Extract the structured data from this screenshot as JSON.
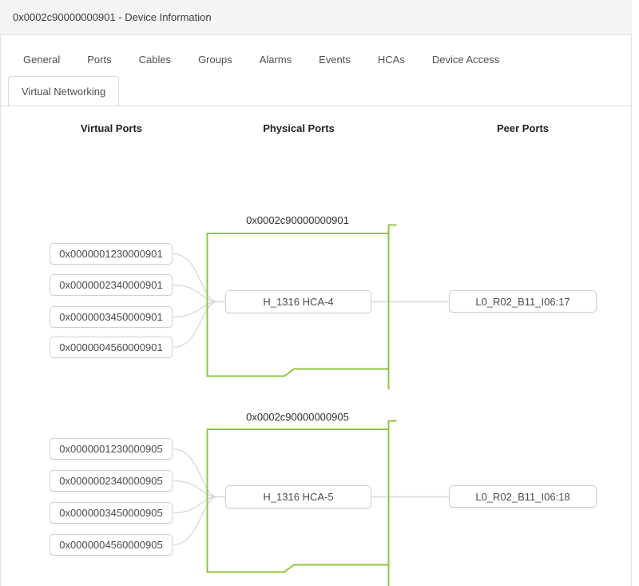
{
  "window": {
    "title": "0x0002c90000000901 - Device Information"
  },
  "tabs": {
    "row1": [
      "General",
      "Ports",
      "Cables",
      "Groups",
      "Alarms",
      "Events",
      "HCAs",
      "Device Access"
    ],
    "active": "Virtual Networking"
  },
  "columns": {
    "virtual": "Virtual Ports",
    "physical": "Physical Ports",
    "peer": "Peer Ports"
  },
  "diagram": {
    "groups": [
      {
        "device_guid": "0x0002c90000000901",
        "virtual_ports": [
          "0x0000001230000901",
          "0x0000002340000901",
          "0x0000003450000901",
          "0x0000004560000901"
        ],
        "physical_port": "H_1316 HCA-4",
        "peer_port": "L0_R02_B11_I06:17"
      },
      {
        "device_guid": "0x0002c90000000905",
        "virtual_ports": [
          "0x0000001230000905",
          "0x0000002340000905",
          "0x0000003450000905",
          "0x0000004560000905"
        ],
        "physical_port": "H_1316 HCA-5",
        "peer_port": "L0_R02_B11_I06:18"
      }
    ]
  },
  "colors": {
    "device_outline_green": "#8FC742",
    "connector_gray": "#DCDCDC",
    "peer_line_gray": "#E2E2E2",
    "box_border": "#CFCFCF",
    "titlebar_bg": "#F5F5F5"
  }
}
